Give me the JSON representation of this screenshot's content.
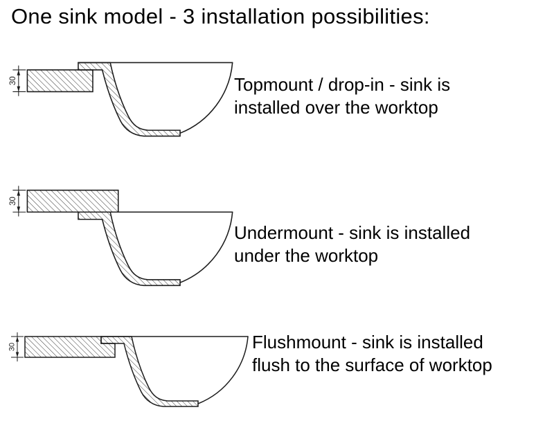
{
  "title": "One sink model - 3 installation possibilities:",
  "dimension_label": "30",
  "colors": {
    "background": "#ffffff",
    "line": "#1d1d1d",
    "text": "#000000",
    "hatch": "#3a3a3a"
  },
  "rows": [
    {
      "id": "topmount",
      "caption_line1": "Topmount / drop-in - sink is",
      "caption_line2": "installed over the worktop"
    },
    {
      "id": "undermount",
      "caption_line1": "Undermount - sink is installed",
      "caption_line2": "under the worktop"
    },
    {
      "id": "flushmount",
      "caption_line1": "Flushmount - sink is installed",
      "caption_line2": "flush to the surface of worktop"
    }
  ]
}
